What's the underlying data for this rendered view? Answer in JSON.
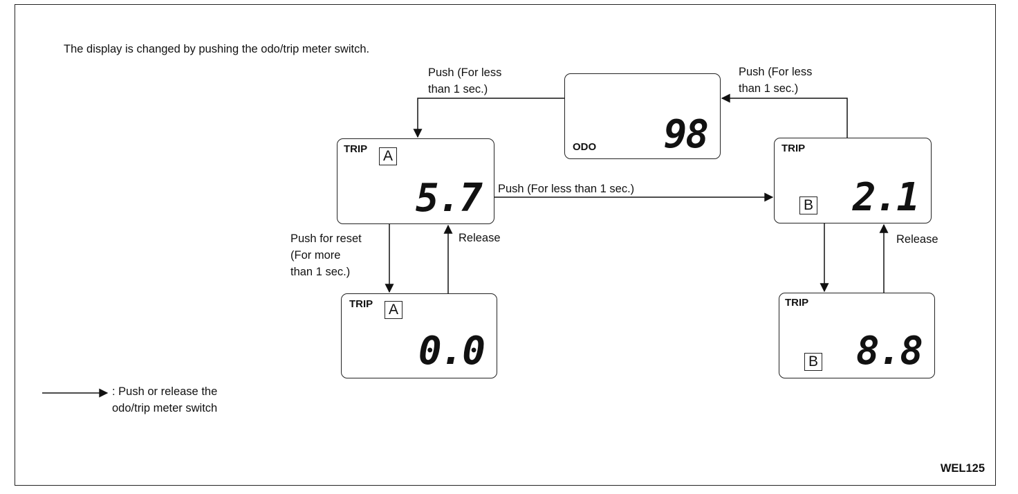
{
  "intro": "The display is changed by pushing the odo/trip meter switch.",
  "displays": {
    "odo": {
      "label": "ODO",
      "value": "98"
    },
    "trip_a": {
      "label": "TRIP",
      "letter": "A",
      "value": "5.7"
    },
    "trip_a_reset": {
      "label": "TRIP",
      "letter": "A",
      "value": "0.0"
    },
    "trip_b": {
      "label": "TRIP",
      "letter": "B",
      "value": "2.1"
    },
    "trip_b_test": {
      "label": "TRIP",
      "letter": "B",
      "value": "8.8"
    }
  },
  "labels": {
    "push_left": "Push (For less\nthan 1 sec.)",
    "push_right": "Push (For less\nthan 1 sec.)",
    "push_middle": "Push (For less than 1 sec.)",
    "push_reset": "Push for reset\n(For more\nthan 1 sec.)",
    "release_a": "Release",
    "release_b": "Release"
  },
  "legend": {
    "text": ": Push or release the\nodo/trip meter switch"
  },
  "figure_code": "WEL125"
}
